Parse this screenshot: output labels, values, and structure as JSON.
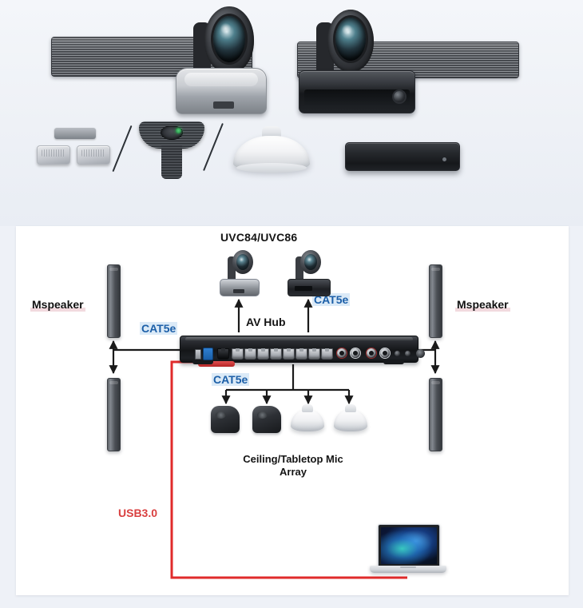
{
  "page": {
    "background_color": "#eef1f7",
    "panel_background": "#ffffff"
  },
  "product_band": {
    "name": "product-photo-band",
    "devices": [
      {
        "id": "soundbar-left",
        "label": "Soundbar"
      },
      {
        "id": "soundbar-right",
        "label": "Soundbar"
      },
      {
        "id": "camera-uvc84",
        "label": "UVC84 PTZ Camera"
      },
      {
        "id": "camera-uvc86",
        "label": "UVC86 PTZ Camera"
      },
      {
        "id": "mic-pads",
        "label": "Wired Mic Pads"
      },
      {
        "id": "speakerphone",
        "label": "Conference Speakerphone"
      },
      {
        "id": "ceiling-mic",
        "label": "Ceiling Microphone"
      },
      {
        "id": "media-box",
        "label": "AV Hub"
      }
    ],
    "separators": 2
  },
  "diagram": {
    "title_camera": "UVC84/UVC86",
    "av_hub_label": "AV Hub",
    "mic_array_label": "Ceiling/Tabletop Mic\nArray",
    "mic_array_line1": "Ceiling/Tabletop Mic",
    "mic_array_line2": "Array",
    "speaker_left_label": "Mspeaker",
    "speaker_right_label": "Mspeaker",
    "cat5e_left": "CAT5e",
    "cat5e_right": "CAT5e",
    "cat5e_mic": "CAT5e",
    "usb_label": "USB3.0",
    "colors": {
      "cat5e_text": "#1c5fa8",
      "cat5e_highlight": "#dbeaf7",
      "usb_text": "#d94040",
      "usb_cable": "#e02b2b",
      "wire": "#1a1a1a",
      "speaker_highlight": "#e7bcc4"
    },
    "speakers": [
      {
        "id": "tower-top-left",
        "position": "top-left"
      },
      {
        "id": "tower-bottom-left",
        "position": "bottom-left"
      },
      {
        "id": "tower-top-right",
        "position": "top-right"
      },
      {
        "id": "tower-bottom-right",
        "position": "bottom-right"
      }
    ],
    "cameras": [
      {
        "id": "diagram-camera-uvc84",
        "label": "UVC84"
      },
      {
        "id": "diagram-camera-uvc86",
        "label": "UVC86"
      }
    ],
    "mics": [
      {
        "id": "mic-tabletop-1",
        "type": "tabletop"
      },
      {
        "id": "mic-tabletop-2",
        "type": "tabletop"
      },
      {
        "id": "mic-ceiling-1",
        "type": "ceiling"
      },
      {
        "id": "mic-ceiling-2",
        "type": "ceiling"
      }
    ],
    "av_hub_ports": {
      "usb_a": 1,
      "usb_blue": 1,
      "rj45_dark": 1,
      "rj45_light": 8,
      "rca": 4,
      "jacks_small": 2,
      "jack_large": 1
    },
    "laptop": {
      "id": "laptop",
      "label": "Laptop"
    }
  }
}
